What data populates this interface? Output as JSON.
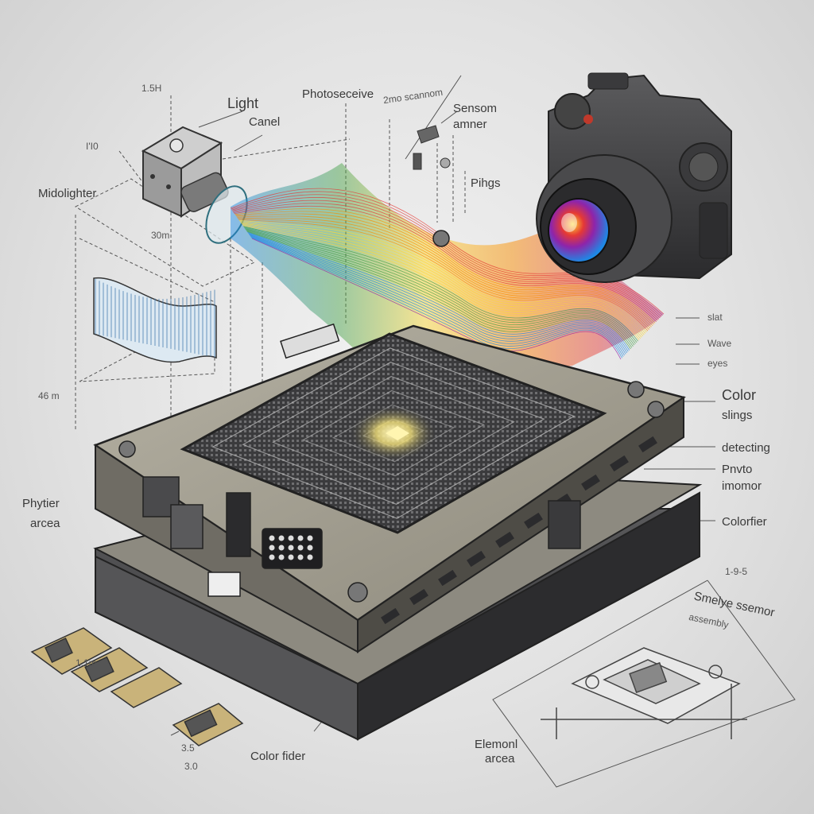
{
  "labels": {
    "light_channel": [
      "Light",
      "Canel"
    ],
    "photosensitive": "Photoseceive",
    "zmo_scanner": "2mo scannom",
    "sensor_array": [
      "Sensom",
      "amner"
    ],
    "pixels": "Pihgs",
    "microlighter": "Midolighter",
    "dim_top": "1.5H",
    "dim_left_top": "I'I0",
    "dim_30m": "30m",
    "dim_46": "46 m",
    "slat": "slat",
    "wave": "Wave",
    "eyes": "eyes",
    "color_strings": [
      "Color",
      "slings"
    ],
    "detecting": "detecting",
    "photo_imomor": [
      "Pnvto",
      "imomor"
    ],
    "colorfier": "Colorfier",
    "phytier_area": [
      "Phytier",
      "arcea"
    ],
    "color_filter": "Color fider",
    "element_area": [
      "Elemonl",
      "arcea"
    ],
    "sensor_assembly": [
      "Smelye ssemor",
      "assembly"
    ],
    "dim_right": "1-9-5",
    "dim_chip_a": "1.1m",
    "dim_chip_b": "3.5",
    "dim_chip_c": "3.0"
  },
  "colors": {
    "board_top": "#a09c8e",
    "board_side": "#4a4a4c",
    "sensor_grid": "#3b3b3d",
    "spectrum": [
      "#e53935",
      "#fb8c00",
      "#fdd835",
      "#43a047",
      "#1e88e5",
      "#8e24aa"
    ],
    "chip_gold": "#c9b37a"
  }
}
